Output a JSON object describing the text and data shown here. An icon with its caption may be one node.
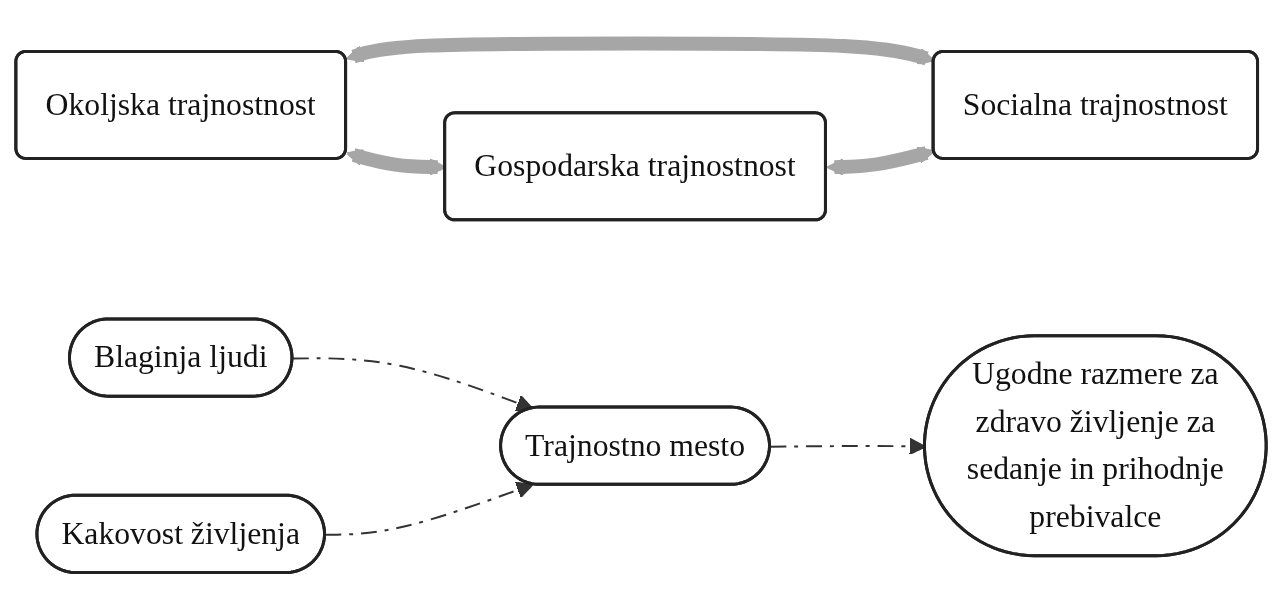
{
  "diagram": {
    "nodes": [
      {
        "text": [
          "Okoljska trajnostnost"
        ]
      },
      {
        "text": [
          "Blaginja ljudi"
        ]
      },
      {
        "text": [
          "Kakovost življenja"
        ]
      },
      {
        "text": [
          "Trajnostno mesto"
        ]
      },
      {
        "text": [
          "Ugodne razmere za zdravo življenje za sedanje in prihodnje prebivalce"
        ]
      },
      {
        "text": [
          "Gospodarska trajnostnost"
        ]
      },
      {
        "text": [
          "Socialna trajnostnost"
        ]
      }
    ],
    "edges": [
      {
        "from": 1,
        "to": 3,
        "arrow": "to",
        "style": "dashed"
      },
      {
        "from": 2,
        "to": 3,
        "arrow": "to",
        "style": "dashed"
      },
      {
        "from": 3,
        "to": 4,
        "arrow": "to",
        "style": "dashed"
      },
      {
        "from": 0,
        "to": 5,
        "arrow": "both",
        "style": "thick",
        "color": "#a6a6a6"
      },
      {
        "from": 0,
        "to": 6,
        "arrow": "both",
        "style": "thick",
        "color": "#a6a6a6"
      },
      {
        "from": 5,
        "to": 6,
        "arrow": "both",
        "style": "thick",
        "color": "#a6a6a6"
      }
    ]
  }
}
